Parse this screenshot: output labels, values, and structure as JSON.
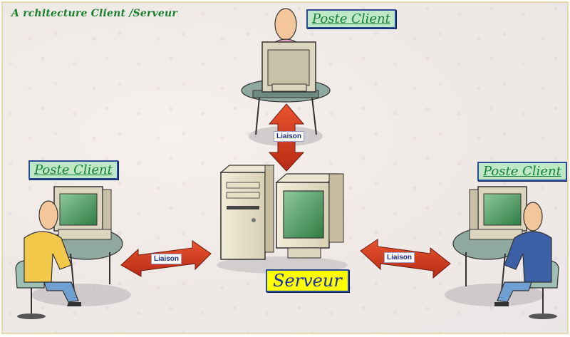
{
  "title": "A rchitecture Client /Serveur",
  "client_top_label": "Poste Client",
  "client_left_label": "Poste Client",
  "client_right_label": "Poste Client",
  "server_label": "Serveur",
  "link_top_label": "Liaison",
  "link_left_label": "Liaison",
  "link_right_label": "Liaison",
  "colors": {
    "title": "#1a7f2a",
    "label_text": "#17813a",
    "label_bg": "#bfe8c6",
    "server_bg": "#ffff00",
    "server_text": "#1a2fb0",
    "arrow": "#d23a1e"
  }
}
